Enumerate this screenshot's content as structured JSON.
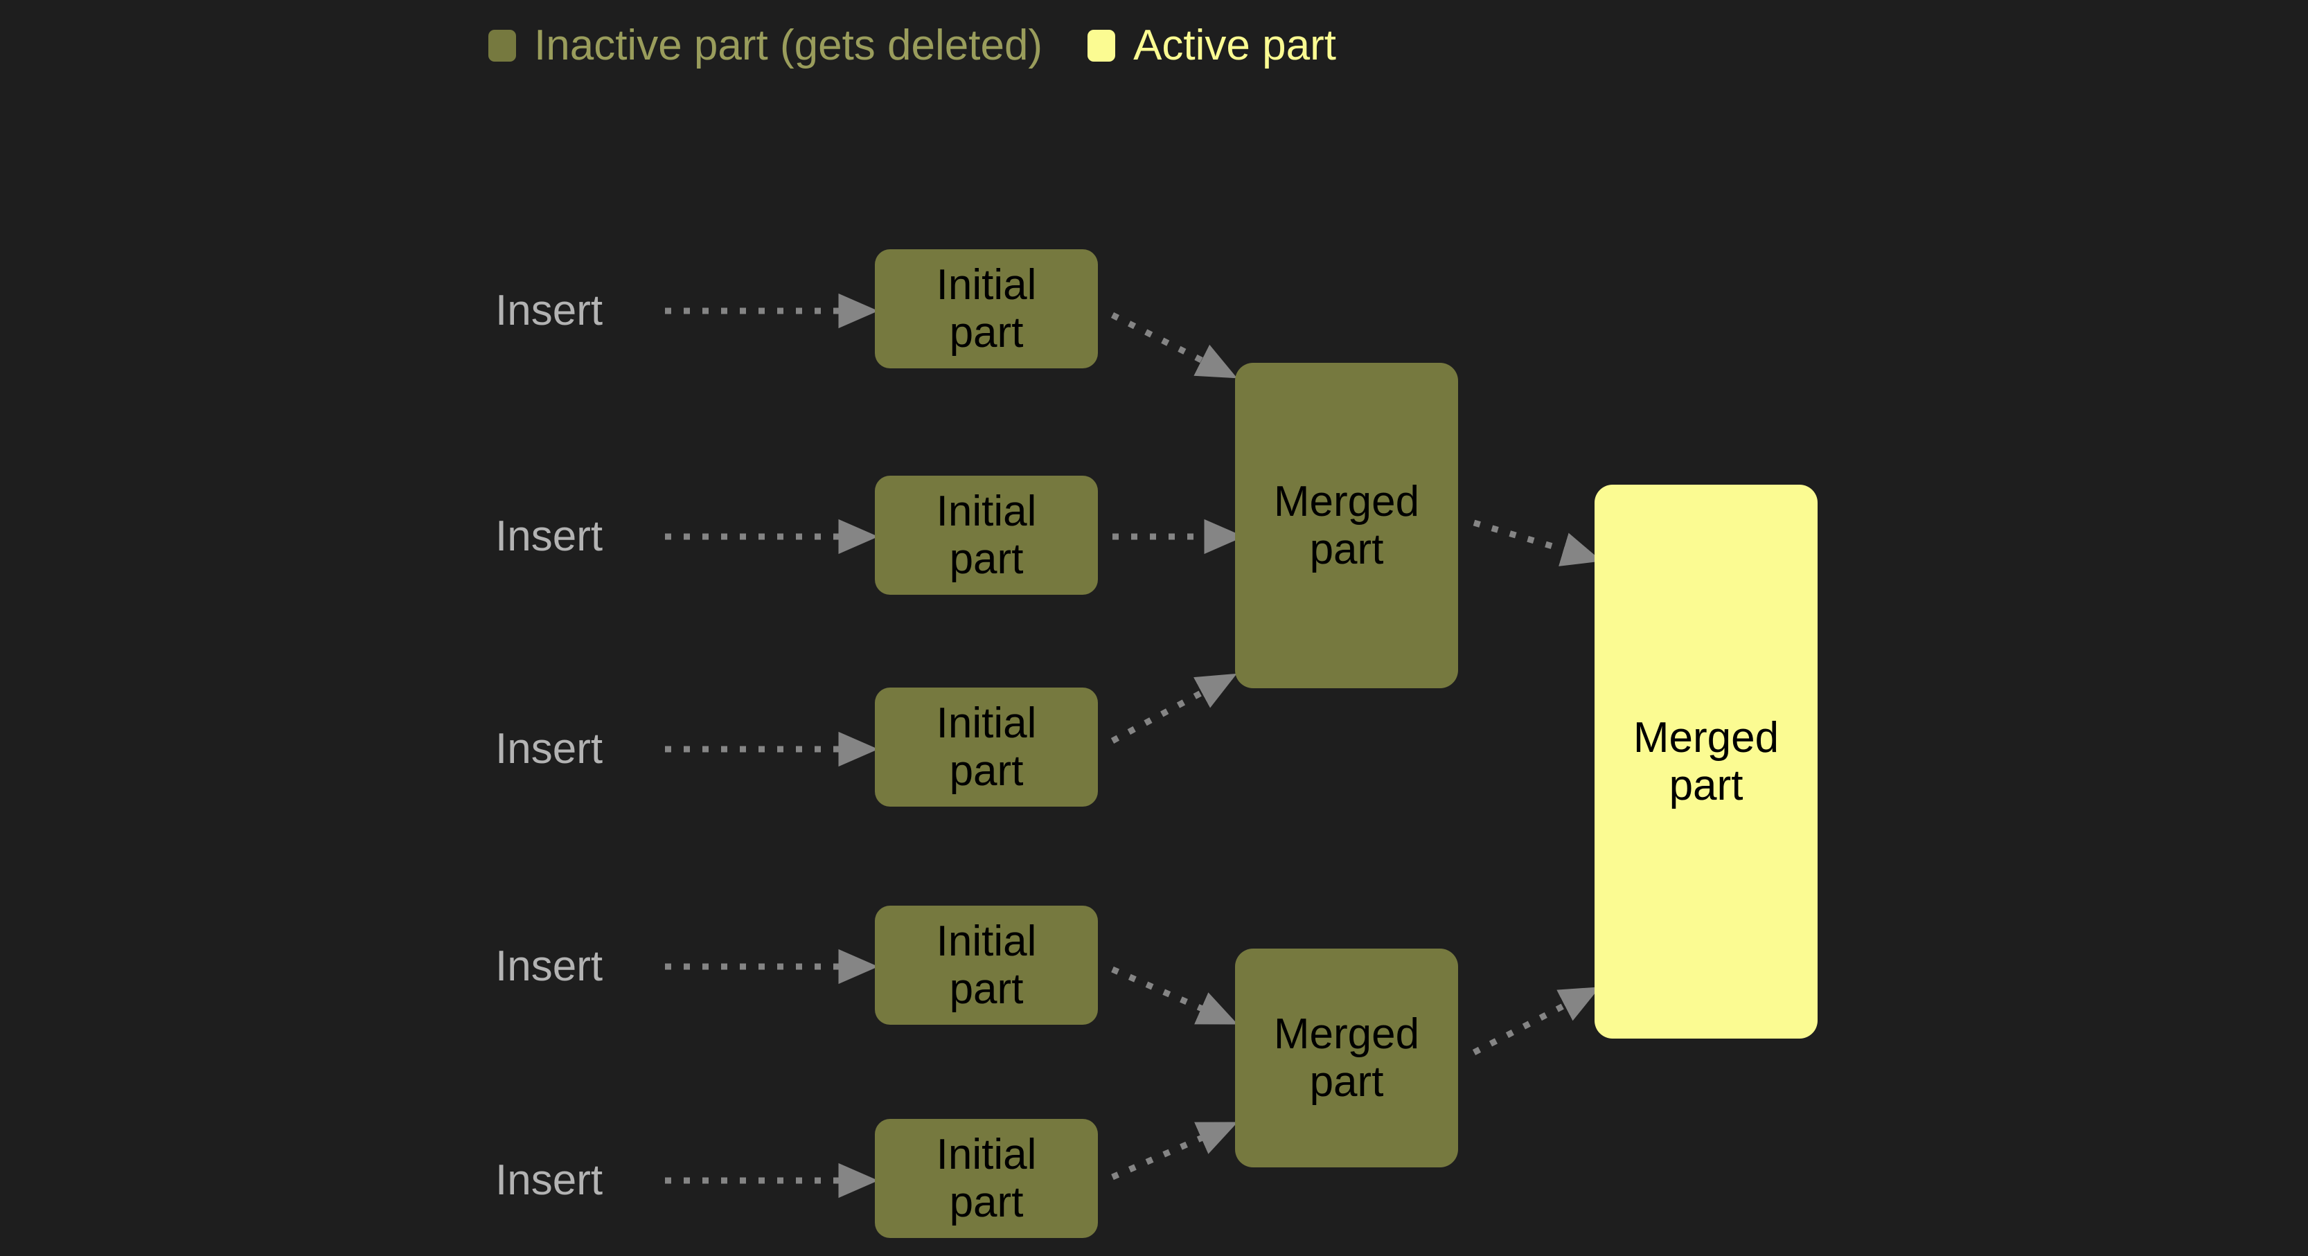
{
  "background_color": "#1e1e1e",
  "colors": {
    "inactive_part": "#76793f",
    "active_part": "#fbfb92",
    "arrow": "#858585",
    "insert_label": "#b3b3b3",
    "inactive_legend_text": "#9a9d5c",
    "box_text": "#000000"
  },
  "legend": {
    "items": [
      {
        "label": "Inactive part (gets deleted)",
        "swatch_color": "#76793f",
        "swatch_icon": "square-swatch-icon"
      },
      {
        "label": "Active part",
        "swatch_color": "#fbfb92",
        "swatch_icon": "square-swatch-icon"
      }
    ]
  },
  "diagram": {
    "insert_labels": [
      {
        "text": "Insert"
      },
      {
        "text": "Insert"
      },
      {
        "text": "Insert"
      },
      {
        "text": "Insert"
      },
      {
        "text": "Insert"
      }
    ],
    "initial_parts": [
      {
        "text": "Initial\npart",
        "state": "inactive"
      },
      {
        "text": "Initial\npart",
        "state": "inactive"
      },
      {
        "text": "Initial\npart",
        "state": "inactive"
      },
      {
        "text": "Initial\npart",
        "state": "inactive"
      },
      {
        "text": "Initial\npart",
        "state": "inactive"
      }
    ],
    "merged_parts": [
      {
        "text": "Merged\npart",
        "state": "inactive"
      },
      {
        "text": "Merged\npart",
        "state": "inactive"
      }
    ],
    "final_part": {
      "text": "Merged\npart",
      "state": "active"
    },
    "arrow_style": {
      "dash": "dotted",
      "head": "solid-triangle"
    }
  }
}
